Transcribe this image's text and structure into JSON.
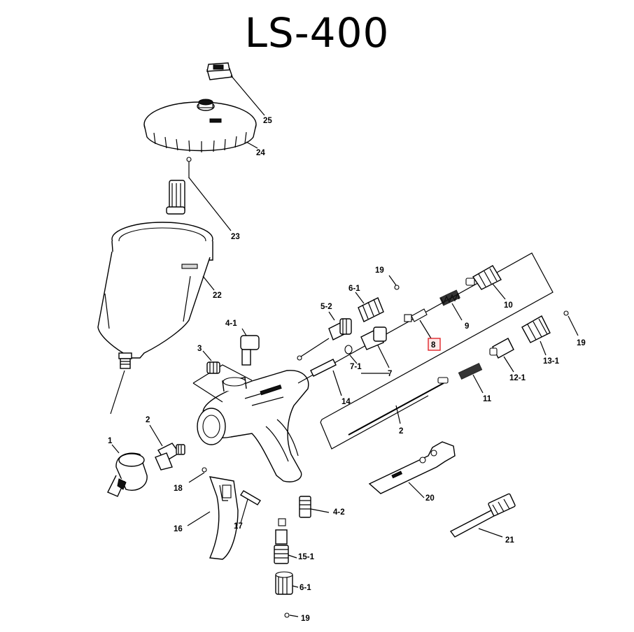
{
  "title": "LS-400",
  "labels": {
    "p1": "1",
    "p2": "2",
    "p2b": "2",
    "p3": "3",
    "p4_1": "4-1",
    "p4_2": "4-2",
    "p5_2": "5-2",
    "p6_1": "6-1",
    "p6_1b": "6-1",
    "p7": "7",
    "p7_1": "7-1",
    "p8": "8",
    "p9": "9",
    "p10": "10",
    "p11": "11",
    "p12_1": "12-1",
    "p13_1": "13-1",
    "p14": "14",
    "p15_1": "15-1",
    "p16": "16",
    "p17": "17",
    "p18": "18",
    "p19a": "19",
    "p19b": "19",
    "p19c": "19",
    "p20": "20",
    "p21": "21",
    "p22": "22",
    "p23": "23",
    "p24": "24",
    "p25": "25"
  },
  "colors": {
    "highlight": "#e0262b"
  }
}
